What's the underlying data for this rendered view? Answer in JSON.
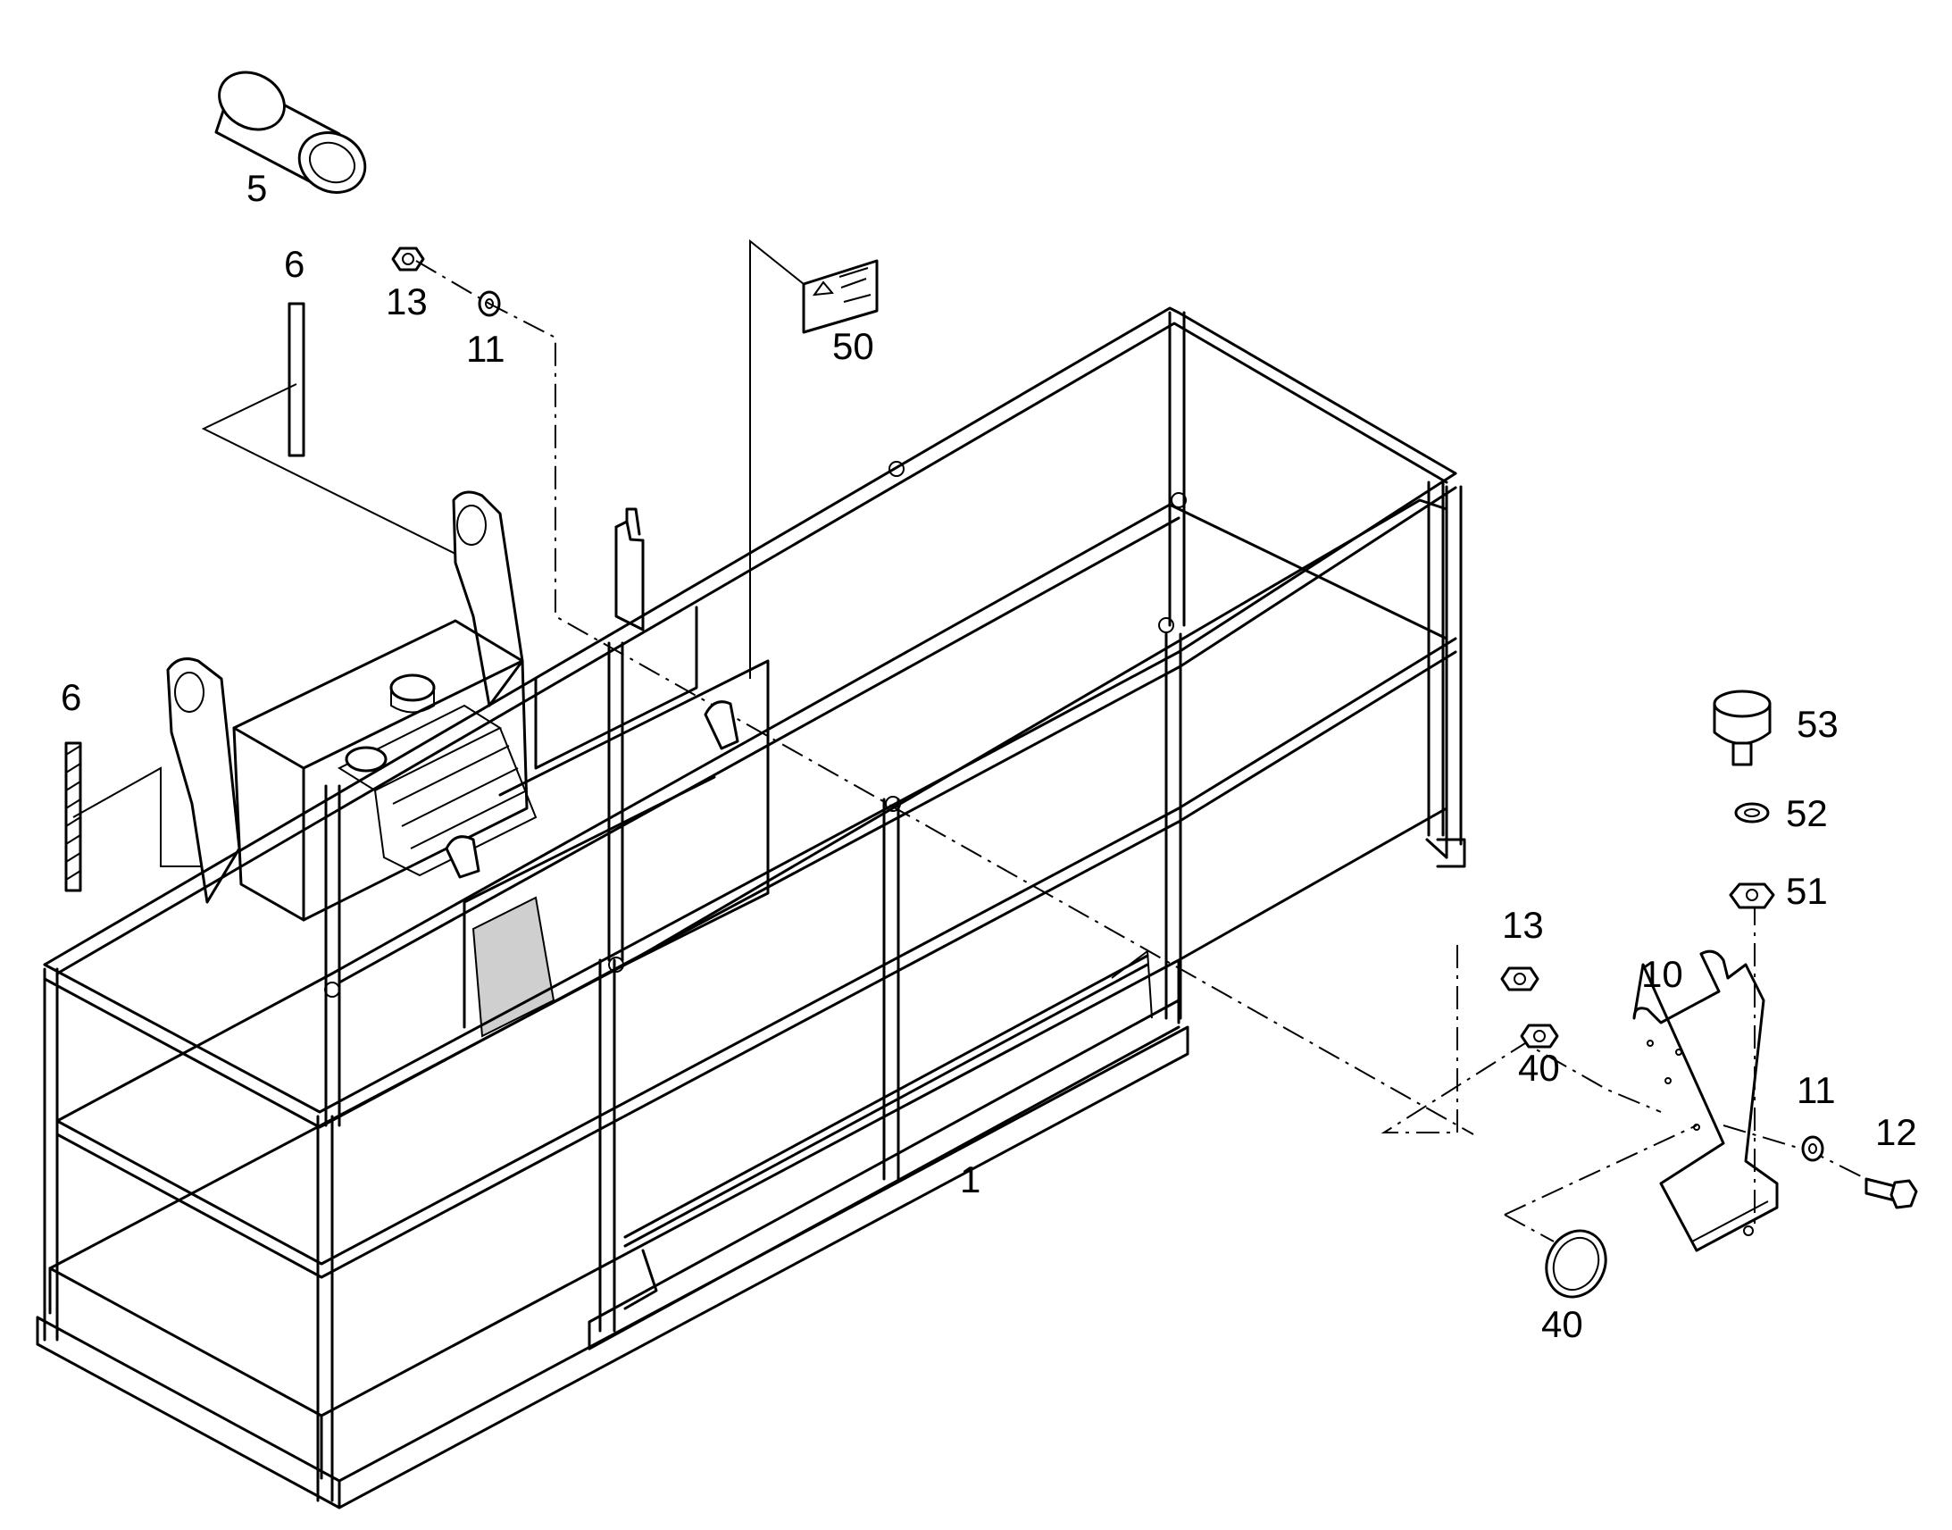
{
  "callouts": [
    {
      "id": "c5",
      "text": "5"
    },
    {
      "id": "c6a",
      "text": "6"
    },
    {
      "id": "c6b",
      "text": "6"
    },
    {
      "id": "c13a",
      "text": "13"
    },
    {
      "id": "c11a",
      "text": "11"
    },
    {
      "id": "c50",
      "text": "50"
    },
    {
      "id": "c53",
      "text": "53"
    },
    {
      "id": "c52",
      "text": "52"
    },
    {
      "id": "c51",
      "text": "51"
    },
    {
      "id": "c13b",
      "text": "13"
    },
    {
      "id": "c10",
      "text": "10"
    },
    {
      "id": "c40a",
      "text": "40"
    },
    {
      "id": "c11b",
      "text": "11"
    },
    {
      "id": "c12",
      "text": "12"
    },
    {
      "id": "c1",
      "text": "1"
    },
    {
      "id": "c40b",
      "text": "40"
    }
  ]
}
